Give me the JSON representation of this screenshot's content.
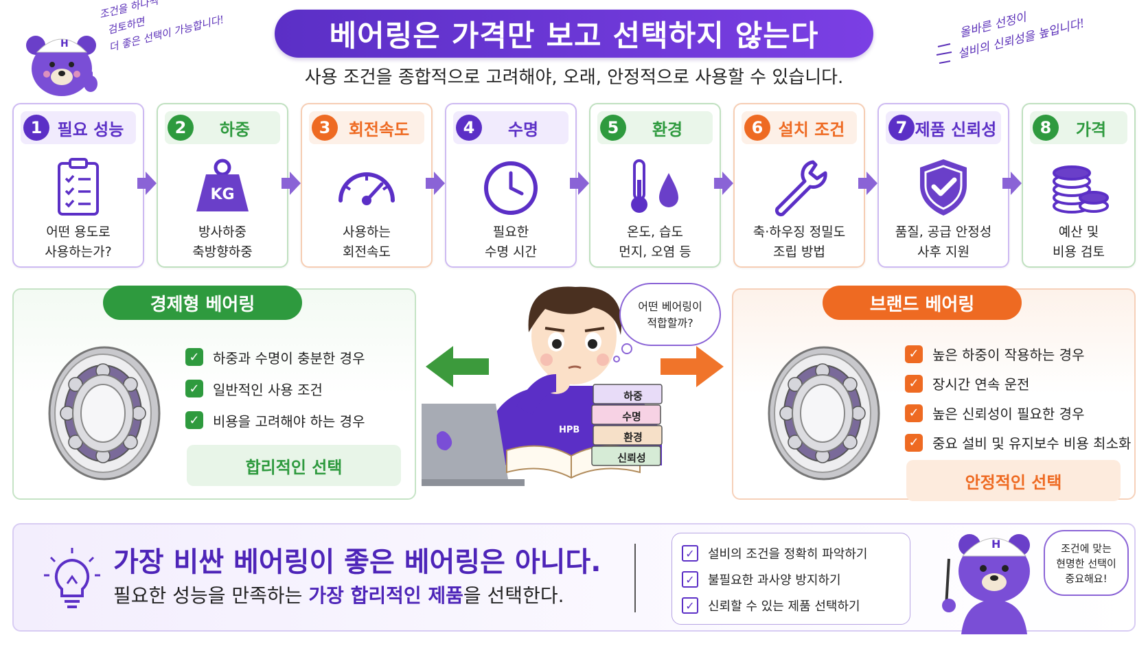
{
  "header": {
    "title": "베어링은 가격만 보고 선택하지 않는다",
    "subtitle": "사용 조건을 종합적으로 고려해야, 오래, 안정적으로 사용할 수 있습니다."
  },
  "notes": {
    "left": [
      "조건을 하나씩",
      "검토하면",
      "더 좋은 선택이 가능합니다!"
    ],
    "right": [
      "올바른 선정이",
      "설비의 신뢰성을 높입니다!"
    ]
  },
  "steps": [
    {
      "num": "1",
      "title": "필요 성능",
      "desc": [
        "어떤 용도로",
        "사용하는가?"
      ],
      "icon": "clipboard-icon"
    },
    {
      "num": "2",
      "title": "하중",
      "desc": [
        "방사하중",
        "축방향하중"
      ],
      "icon": "weight-icon",
      "icon_text": "KG"
    },
    {
      "num": "3",
      "title": "회전속도",
      "desc": [
        "사용하는",
        "회전속도"
      ],
      "icon": "speedometer-icon"
    },
    {
      "num": "4",
      "title": "수명",
      "desc": [
        "필요한",
        "수명 시간"
      ],
      "icon": "clock-icon"
    },
    {
      "num": "5",
      "title": "환경",
      "desc": [
        "온도, 습도",
        "먼지, 오염 등"
      ],
      "icon": "thermometer-drop-icon"
    },
    {
      "num": "6",
      "title": "설치 조건",
      "desc": [
        "축·하우징 정밀도",
        "조립 방법"
      ],
      "icon": "wrench-icon"
    },
    {
      "num": "7",
      "title": "제품 신뢰성",
      "desc": [
        "품질, 공급 안정성",
        "사후 지원"
      ],
      "icon": "shield-check-icon"
    },
    {
      "num": "8",
      "title": "가격",
      "desc": [
        "예산 및",
        "비용 검토"
      ],
      "icon": "coins-icon"
    }
  ],
  "economy": {
    "tag": "경제형 베어링",
    "items": [
      "하중과 수명이 충분한 경우",
      "일반적인 사용 조건",
      "비용을 고려해야 하는 경우"
    ],
    "result": "합리적인 선택"
  },
  "brand": {
    "tag": "브랜드 베어링",
    "items": [
      "높은 하중이 작용하는 경우",
      "장시간 연속 운전",
      "높은 신뢰성이 필요한 경우",
      "중요 설비 및 유지보수 비용 최소화"
    ],
    "result": "안정적인 선택"
  },
  "center": {
    "thought": [
      "어떤 베어링이",
      "적합할까?"
    ],
    "shirt_logo": "HPB",
    "books": [
      "하중",
      "수명",
      "환경",
      "신뢰성"
    ]
  },
  "bottom": {
    "main": "가장 비싼 베어링이 좋은 베어링은 아니다.",
    "sub_before": "필요한 성능을 만족하는 ",
    "sub_emph": "가장 합리적인 제품",
    "sub_after": "을 선택한다.",
    "checks": [
      "설비의 조건을 정확히 파악하기",
      "불필요한 과사양 방지하기",
      "신뢰할 수 있는 제품 선택하기"
    ],
    "speech": [
      "조건에 맞는",
      "현명한 선택이",
      "중요해요!"
    ]
  },
  "mascot": {
    "helmet_letter": "H"
  },
  "colors": {
    "purple": "#5b2fc6",
    "green": "#2e9a3e",
    "orange": "#ee6a22"
  }
}
